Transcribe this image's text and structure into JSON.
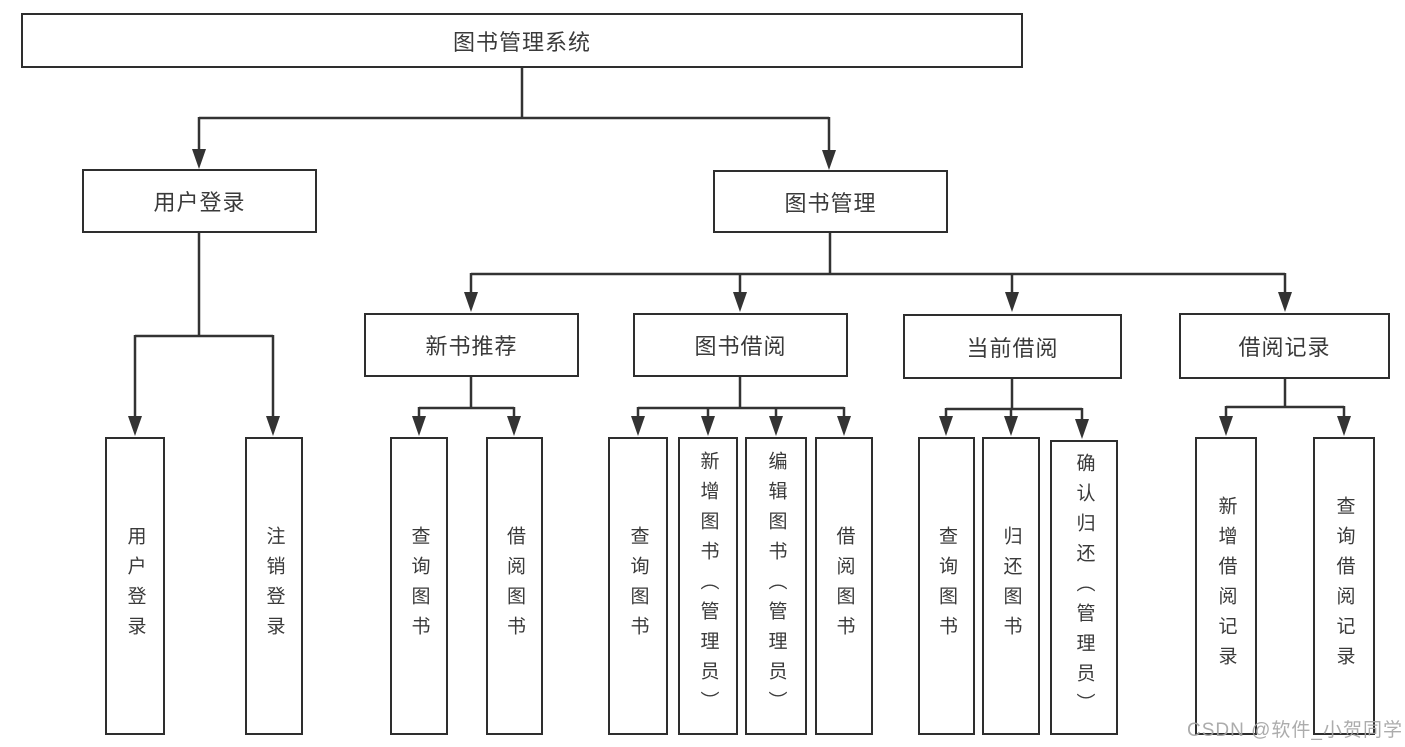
{
  "tree": {
    "label": "图书管理系统",
    "children": [
      {
        "label": "用户登录",
        "children": [
          {
            "label": "用户登录"
          },
          {
            "label": "注销登录"
          }
        ]
      },
      {
        "label": "图书管理",
        "children": [
          {
            "label": "新书推荐",
            "children": [
              {
                "label": "查询图书"
              },
              {
                "label": "借阅图书"
              }
            ]
          },
          {
            "label": "图书借阅",
            "children": [
              {
                "label": "查询图书"
              },
              {
                "label": "新增图书（管理员）"
              },
              {
                "label": "编辑图书（管理员）"
              },
              {
                "label": "借阅图书"
              }
            ]
          },
          {
            "label": "当前借阅",
            "children": [
              {
                "label": "查询图书"
              },
              {
                "label": "归还图书"
              },
              {
                "label": "确认归还（管理员）"
              }
            ]
          },
          {
            "label": "借阅记录",
            "children": [
              {
                "label": "新增借阅记录"
              },
              {
                "label": "查询借阅记录"
              }
            ]
          }
        ]
      }
    ]
  },
  "watermark": {
    "text": "CSDN @软件_小贺同学"
  },
  "colors": {
    "line": "#333333",
    "text": "#3a3a3a",
    "watermark": "#a5a5a5"
  }
}
